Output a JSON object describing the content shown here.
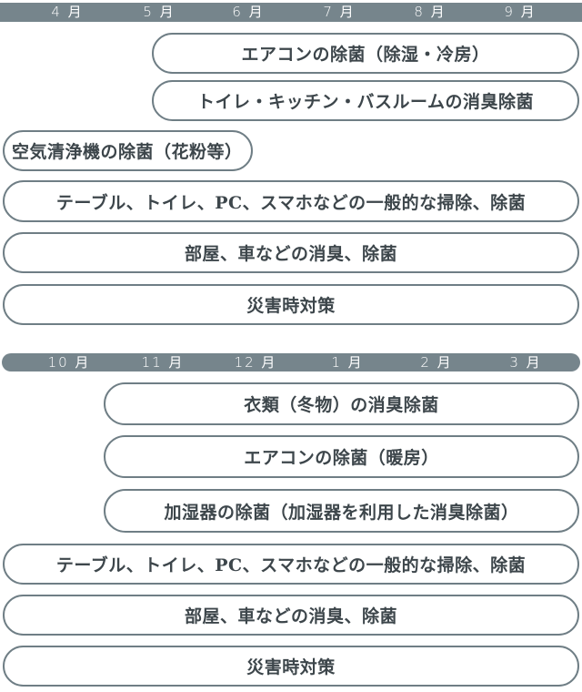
{
  "section1": {
    "months": [
      "4 月",
      "5 月",
      "6 月",
      "7 月",
      "8 月",
      "9 月"
    ],
    "items": [
      {
        "label": "エアコンの除菌（除湿・冷房）",
        "start_month": "5月",
        "end_month": "9月"
      },
      {
        "label": "トイレ・キッチン・バスルームの消臭除菌",
        "start_month": "5月",
        "end_month": "9月"
      },
      {
        "label": "空気清浄機の除菌（花粉等）",
        "start_month": "4月",
        "end_month": "6月"
      },
      {
        "label": "テーブル、トイレ、PC、スマホなどの一般的な掃除、除菌",
        "start_month": "4月",
        "end_month": "9月"
      },
      {
        "label": "部屋、車などの消臭、除菌",
        "start_month": "4月",
        "end_month": "9月"
      },
      {
        "label": "災害時対策",
        "start_month": "4月",
        "end_month": "9月"
      }
    ]
  },
  "section2": {
    "months": [
      "10 月",
      "11 月",
      "12 月",
      "1 月",
      "2 月",
      "3 月"
    ],
    "items": [
      {
        "label": "衣類（冬物）の消臭除菌",
        "start_month": "11月",
        "end_month": "3月"
      },
      {
        "label": "エアコンの除菌（暖房）",
        "start_month": "11月",
        "end_month": "3月"
      },
      {
        "label": "加湿器の除菌（加湿器を利用した消臭除菌）",
        "start_month": "11月",
        "end_month": "3月"
      },
      {
        "label": "テーブル、トイレ、PC、スマホなどの一般的な掃除、除菌",
        "start_month": "10月",
        "end_month": "3月"
      },
      {
        "label": "部屋、車などの消臭、除菌",
        "start_month": "10月",
        "end_month": "3月"
      },
      {
        "label": "災害時対策",
        "start_month": "10月",
        "end_month": "3月"
      }
    ]
  },
  "colors": {
    "bar": "#76858c",
    "border": "#6f7e85",
    "text": "#3d464b"
  }
}
